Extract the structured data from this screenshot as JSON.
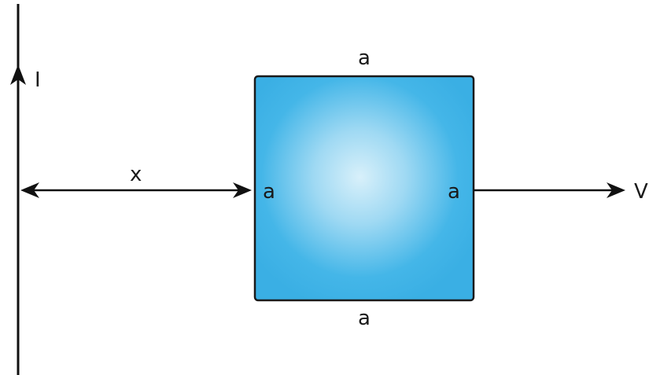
{
  "labels": {
    "current": "I",
    "velocity": "V",
    "distance": "x",
    "side_top": "a",
    "side_bottom": "a",
    "side_left": "a",
    "side_right": "a"
  },
  "colors": {
    "loop_center": "#d8f0fa",
    "loop_edge": "#44b6e8",
    "line": "#111111"
  }
}
